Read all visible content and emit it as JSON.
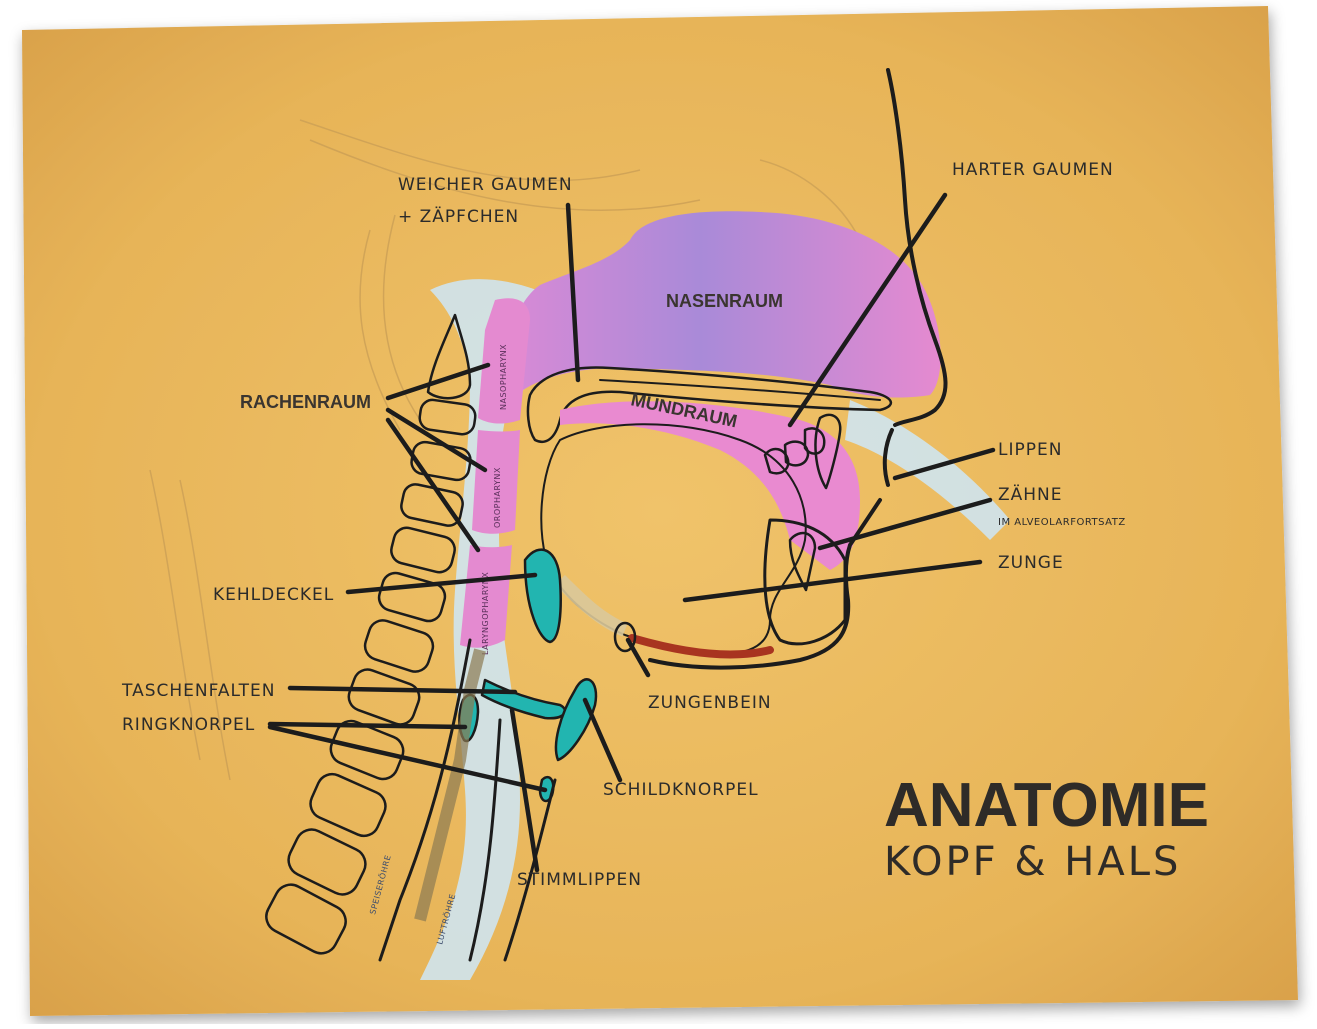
{
  "title": "ANATOMIE",
  "subtitle": "KOPF & HALS",
  "labels": {
    "weicher_gaumen_1": "WEICHER GAUMEN",
    "weicher_gaumen_2": "+ ZÄPFCHEN",
    "harter_gaumen": "HARTER GAUMEN",
    "nasenraum": "NASENRAUM",
    "mundraum": "MUNDRAUM",
    "rachenraum": "RACHENRAUM",
    "lippen": "LIPPEN",
    "zaehne": "ZÄHNE",
    "zaehne_sub": "IM ALVEOLARFORTSATZ",
    "zunge": "ZUNGE",
    "kehldeckel": "KEHLDECKEL",
    "taschenfalten": "TASCHENFALTEN",
    "ringknorpel": "RINGKNORPEL",
    "zungenbein": "ZUNGENBEIN",
    "schildknorpel": "SCHILDKNORPEL",
    "stimmlippen": "STIMMLIPPEN",
    "nasopharynx": "NASOPHARYNX",
    "oropharynx": "OROPHARYNX",
    "laryngopharynx": "LARYNGOPHARYNX",
    "speiseroehre": "SPEISERÖHRE",
    "luftroehre": "LUFTRÖHRE"
  },
  "colors": {
    "paper": "#e9b85a",
    "nasal": "#e58ad0",
    "nasal_shade": "#a98ad8",
    "tongue": "#f08a4b",
    "cartilage": "#22b5b0",
    "spine": "#f1ecd6",
    "airway": "#cfe4f0",
    "ink": "#1c1c1c"
  }
}
